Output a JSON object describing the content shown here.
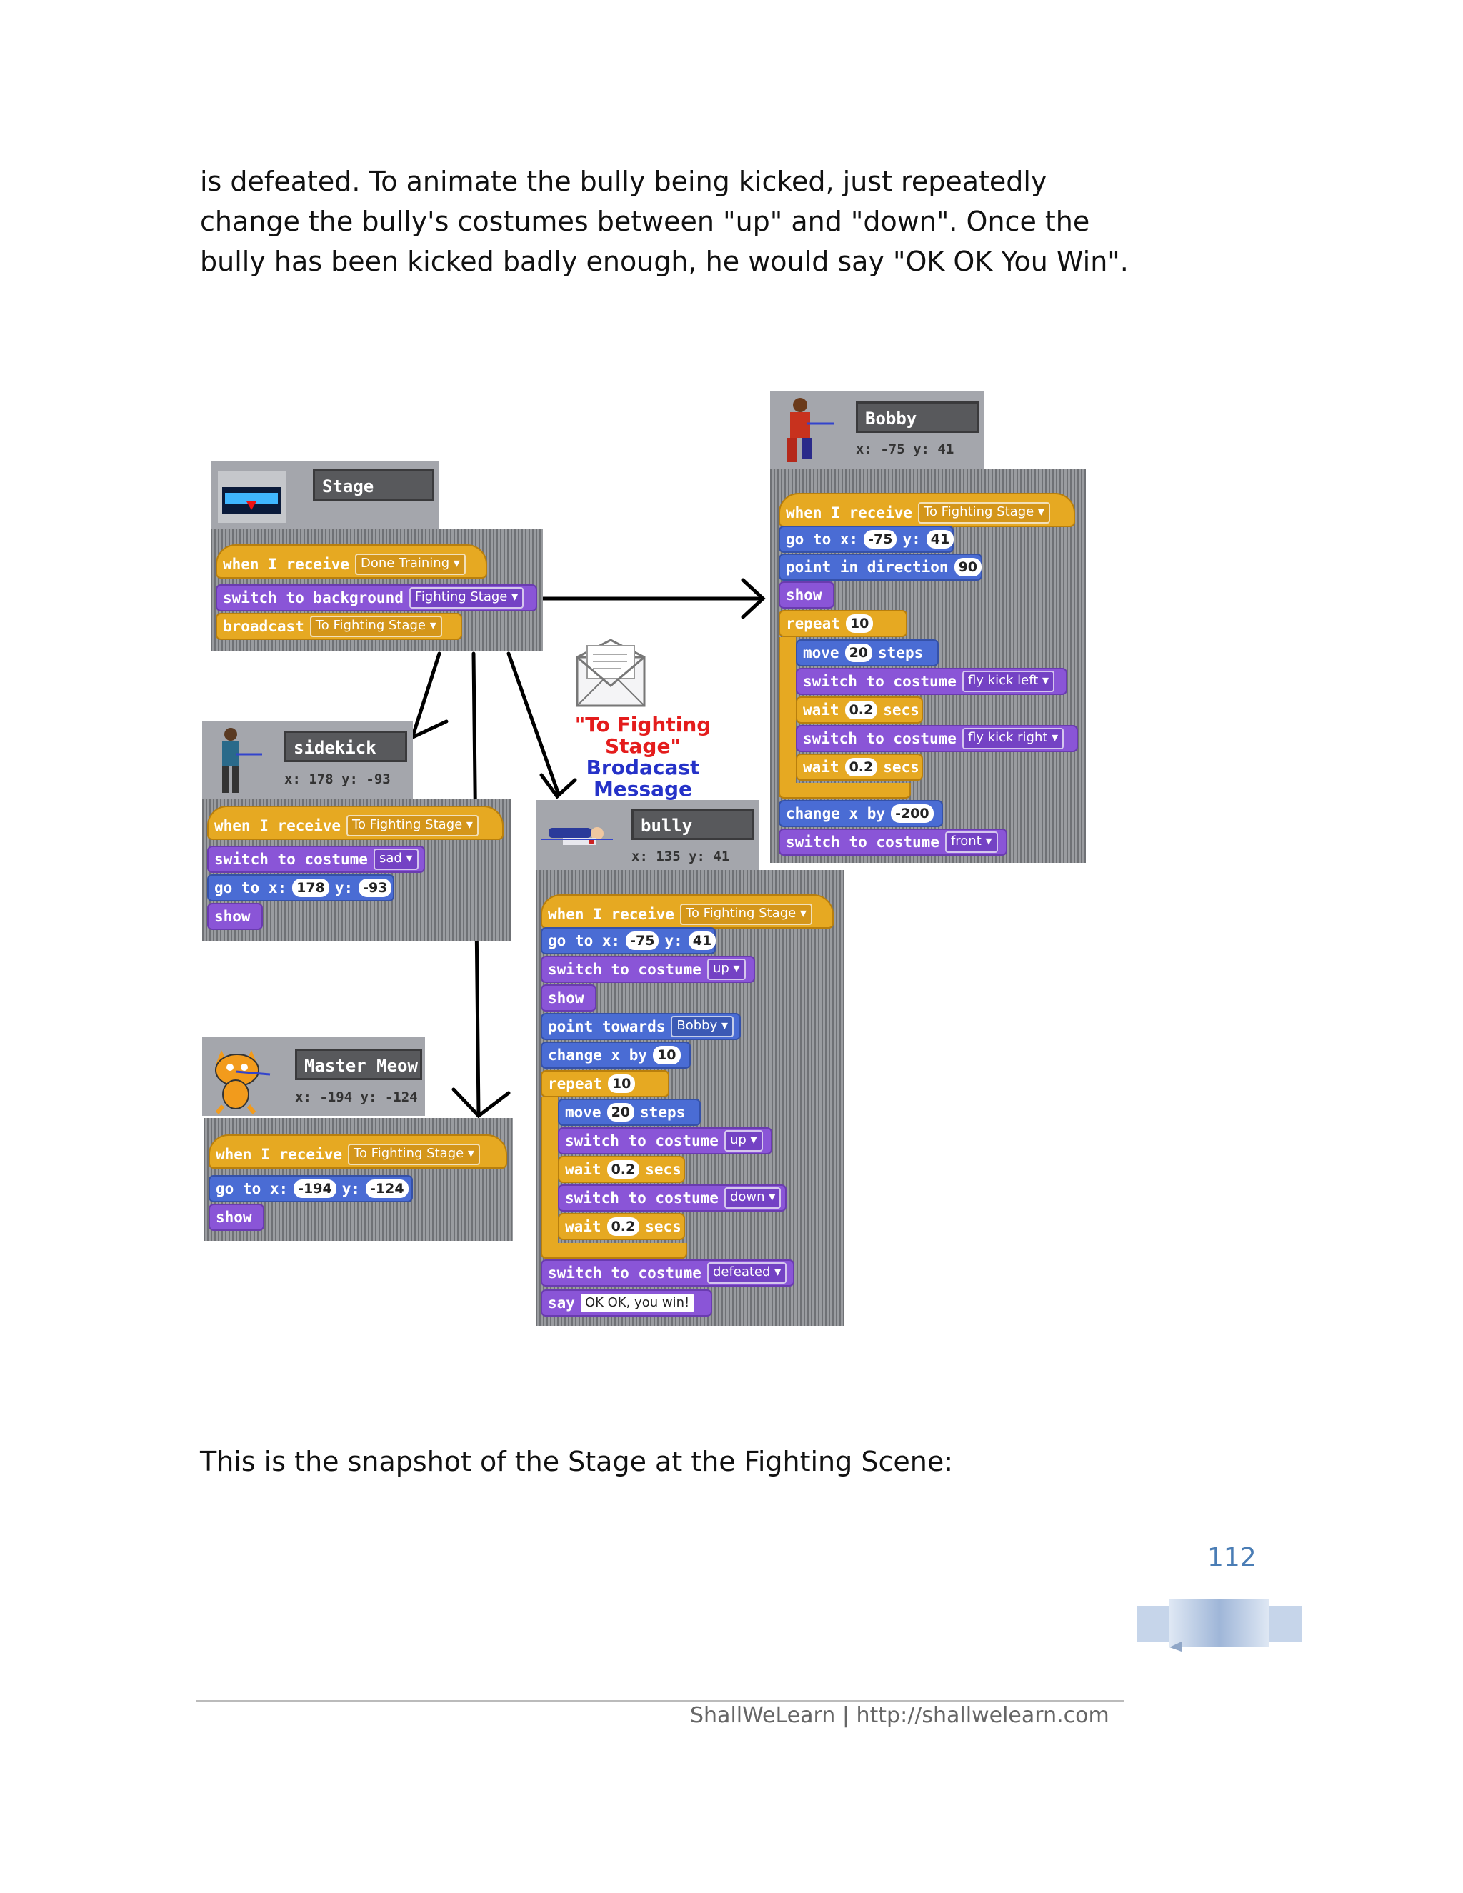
{
  "intro_text": "is defeated. To animate the bully being kicked, just repeatedly change the bully's costumes between \"up\" and \"down\". Once the bully has been kicked badly enough, he would say \"OK OK You Win\".",
  "outro_text": "This is the snapshot of the Stage at the Fighting Scene:",
  "page_number": "112",
  "footer": "ShallWeLearn | http://shallwelearn.com",
  "message": {
    "line1": "\"To Fighting Stage\"",
    "line2": "Brodacast Message"
  },
  "stage": {
    "name": "Stage",
    "s1": {
      "label": "when I receive",
      "msg": "Done Training"
    },
    "s2": {
      "label": "switch to background",
      "val": "Fighting Stage"
    },
    "s3": {
      "label": "broadcast",
      "val": "To Fighting Stage"
    }
  },
  "bobby": {
    "name": "Bobby",
    "coords": "x: -75   y: 41",
    "s1": {
      "label": "when I receive",
      "msg": "To Fighting Stage"
    },
    "s2": {
      "label": "go to x:",
      "x": "-75",
      "ylabel": "y:",
      "y": "41"
    },
    "s3": {
      "label": "point in direction",
      "val": "90"
    },
    "s4": {
      "label": "show"
    },
    "s5": {
      "label": "repeat",
      "val": "10"
    },
    "s6": {
      "label": "move",
      "val": "20",
      "suffix": "steps"
    },
    "s7": {
      "label": "switch to costume",
      "val": "fly kick left"
    },
    "s8": {
      "label": "wait",
      "val": "0.2",
      "suffix": "secs"
    },
    "s9": {
      "label": "switch to costume",
      "val": "fly kick right"
    },
    "s10": {
      "label": "wait",
      "val": "0.2",
      "suffix": "secs"
    },
    "s11": {
      "label": "change x by",
      "val": "-200"
    },
    "s12": {
      "label": "switch to costume",
      "val": "front"
    }
  },
  "sidekick": {
    "name": "sidekick",
    "coords": "x: 178   y: -93",
    "s1": {
      "label": "when I receive",
      "msg": "To Fighting Stage"
    },
    "s2": {
      "label": "switch to costume",
      "val": "sad"
    },
    "s3": {
      "label": "go to x:",
      "x": "178",
      "ylabel": "y:",
      "y": "-93"
    },
    "s4": {
      "label": "show"
    }
  },
  "bully": {
    "name": "bully",
    "coords": "x: 135   y: 41",
    "s1": {
      "label": "when I receive",
      "msg": "To Fighting Stage"
    },
    "s2": {
      "label": "go to x:",
      "x": "-75",
      "ylabel": "y:",
      "y": "41"
    },
    "s3": {
      "label": "switch to costume",
      "val": "up"
    },
    "s4": {
      "label": "show"
    },
    "s5": {
      "label": "point towards",
      "val": "Bobby"
    },
    "s6": {
      "label": "change x by",
      "val": "10"
    },
    "s7": {
      "label": "repeat",
      "val": "10"
    },
    "s8": {
      "label": "move",
      "val": "20",
      "suffix": "steps"
    },
    "s9": {
      "label": "switch to costume",
      "val": "up"
    },
    "s10": {
      "label": "wait",
      "val": "0.2",
      "suffix": "secs"
    },
    "s11": {
      "label": "switch to costume",
      "val": "down"
    },
    "s12": {
      "label": "wait",
      "val": "0.2",
      "suffix": "secs"
    },
    "s13": {
      "label": "switch to costume",
      "val": "defeated"
    },
    "s14": {
      "label": "say",
      "val": "OK OK, you win!"
    }
  },
  "master": {
    "name": "Master Meow",
    "coords": "x: -194  y: -124",
    "s1": {
      "label": "when I receive",
      "msg": "To Fighting Stage"
    },
    "s2": {
      "label": "go to x:",
      "x": "-194",
      "ylabel": "y:",
      "y": "-124"
    },
    "s3": {
      "label": "show"
    }
  }
}
